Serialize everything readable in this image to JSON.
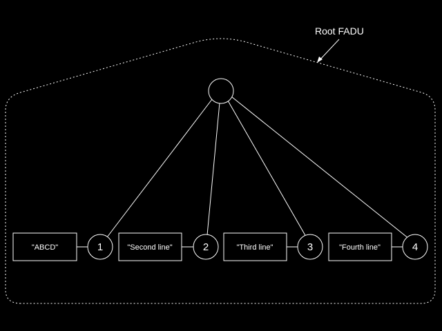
{
  "diagram": {
    "root_label": "Root FADU",
    "records": [
      {
        "text": "\"ABCD\"",
        "node": "1"
      },
      {
        "text": "\"Second line\"",
        "node": "2"
      },
      {
        "text": "\"Third line\"",
        "node": "3"
      },
      {
        "text": "\"Fourth line\"",
        "node": "4"
      }
    ]
  },
  "colors": {
    "background": "#000000",
    "stroke": "#ffffff"
  }
}
